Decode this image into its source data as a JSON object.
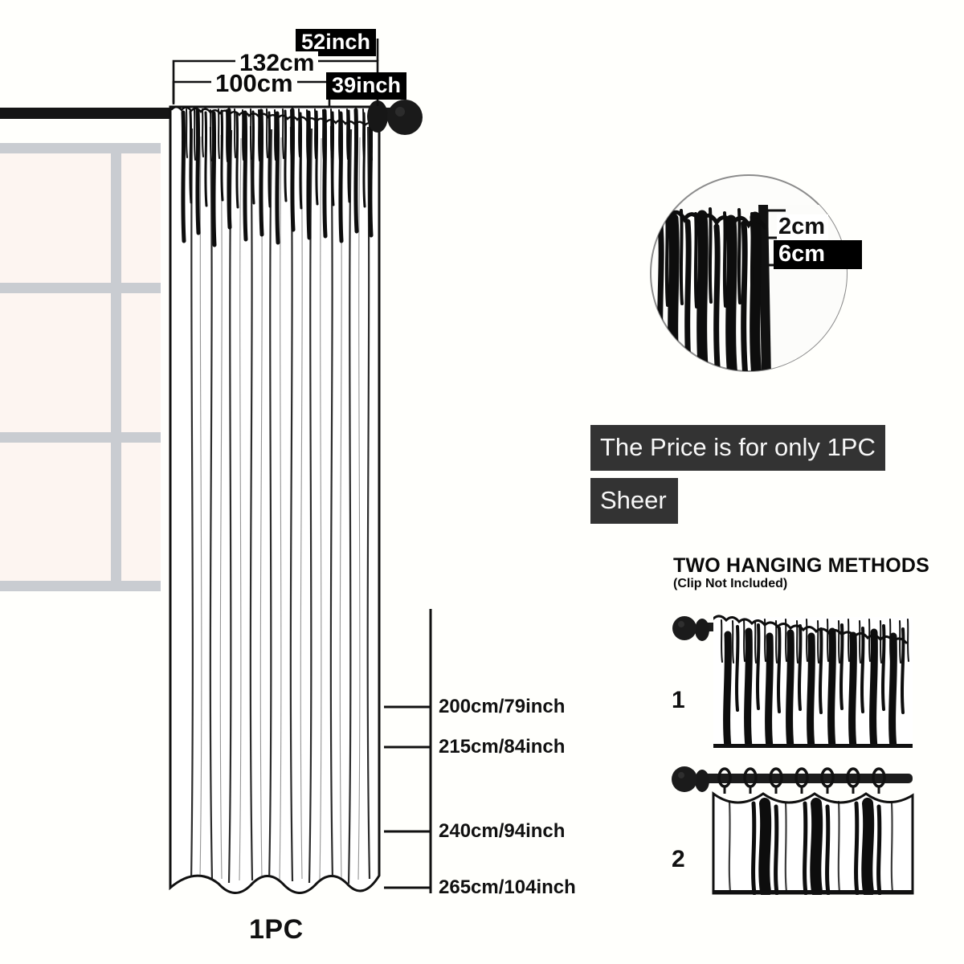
{
  "background_color": "#fffffc",
  "ink_color": "#111111",
  "banner_color": "#333333",
  "width_dimensions": {
    "outer_cm": "132cm",
    "outer_inch": "52inch",
    "inner_cm": "100cm",
    "inner_inch": "39inch"
  },
  "length_options": [
    "200cm/79inch",
    "215cm/84inch",
    "240cm/94inch",
    "265cm/104inch"
  ],
  "panel_count_label": "1PC",
  "header_detail": {
    "top_hem": "2cm",
    "rod_pocket": "6cm"
  },
  "banners": {
    "price_note": "The Price is for only 1PC",
    "fabric_type": "Sheer"
  },
  "hanging_methods": {
    "title": "TWO HANGING METHODS",
    "subtitle": "(Clip Not Included)",
    "methods": [
      {
        "number": "1",
        "name": "rod-pocket"
      },
      {
        "number": "2",
        "name": "clip-rings"
      }
    ]
  }
}
